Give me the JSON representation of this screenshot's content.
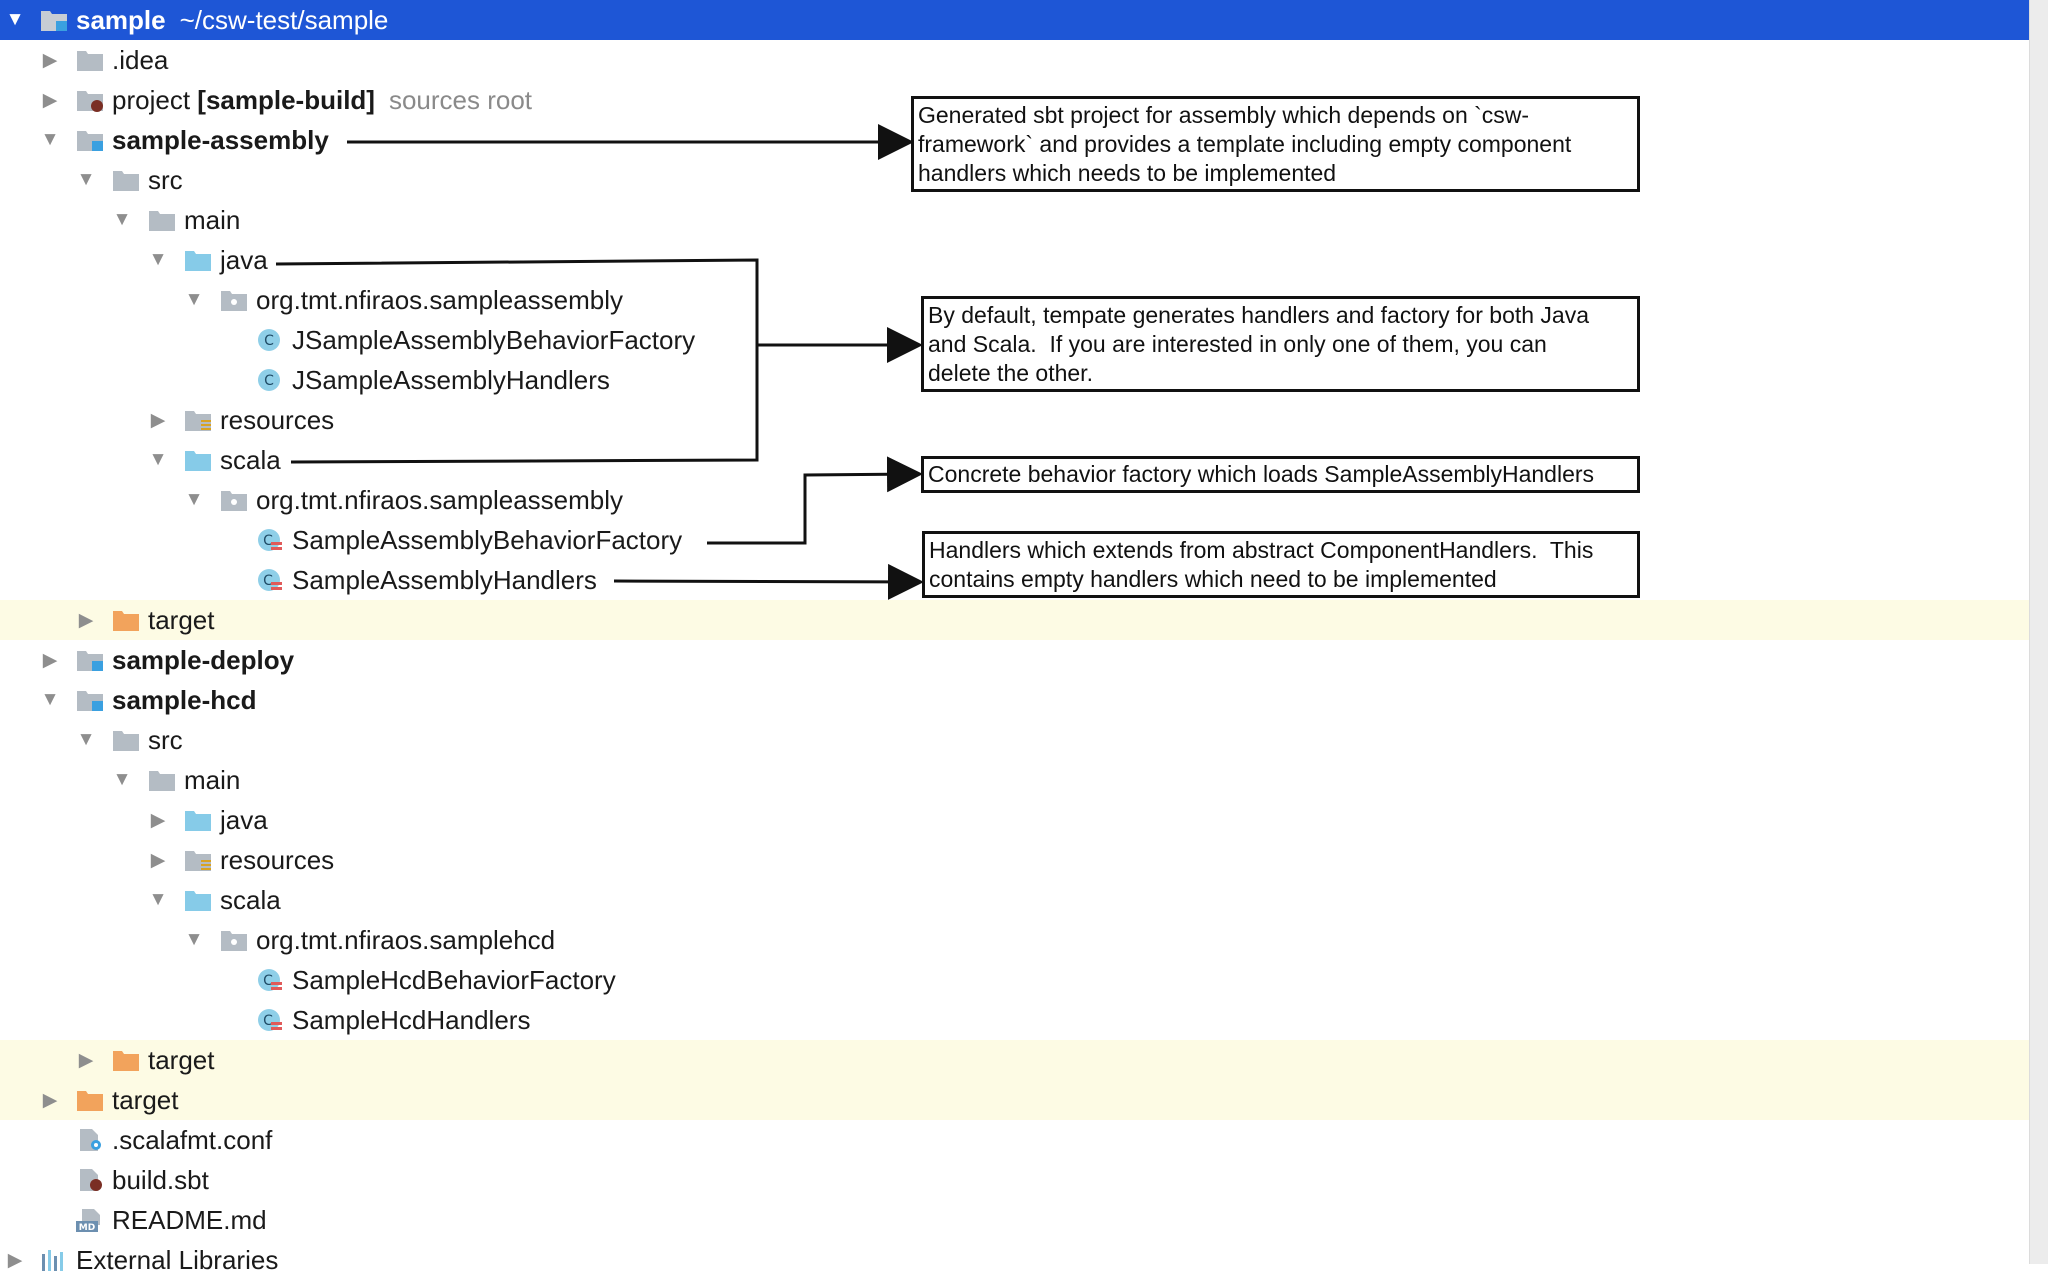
{
  "project_tree": {
    "root": {
      "name": "sample",
      "path": "~/csw-test/sample"
    },
    "items": [
      {
        "label": ".idea"
      },
      {
        "label": "project",
        "bold_suffix": "[sample-build]",
        "hint": "sources root"
      },
      {
        "label": "sample-assembly"
      },
      {
        "label": "src"
      },
      {
        "label": "main"
      },
      {
        "label": "java"
      },
      {
        "label": "org.tmt.nfiraos.sampleassembly"
      },
      {
        "label": "JSampleAssemblyBehaviorFactory"
      },
      {
        "label": "JSampleAssemblyHandlers"
      },
      {
        "label": "resources"
      },
      {
        "label": "scala"
      },
      {
        "label": "org.tmt.nfiraos.sampleassembly"
      },
      {
        "label": "SampleAssemblyBehaviorFactory"
      },
      {
        "label": "SampleAssemblyHandlers"
      },
      {
        "label": "target"
      },
      {
        "label": "sample-deploy"
      },
      {
        "label": "sample-hcd"
      },
      {
        "label": "src"
      },
      {
        "label": "main"
      },
      {
        "label": "java"
      },
      {
        "label": "resources"
      },
      {
        "label": "scala"
      },
      {
        "label": "org.tmt.nfiraos.samplehcd"
      },
      {
        "label": "SampleHcdBehaviorFactory"
      },
      {
        "label": "SampleHcdHandlers"
      },
      {
        "label": "target"
      },
      {
        "label": "target"
      },
      {
        "label": ".scalafmt.conf"
      },
      {
        "label": "build.sbt"
      },
      {
        "label": "README.md"
      },
      {
        "label": "External Libraries"
      }
    ],
    "class_badge_letter": "C",
    "md_badge": "MD"
  },
  "annotations": [
    {
      "text": "Generated sbt project for assembly which depends on `csw-\nframework` and provides a template including empty component\nhandlers which needs to be implemented"
    },
    {
      "text": "By default, tempate generates handlers and factory for both Java\nand Scala.  If you are interested in only one of them, you can\ndelete the other."
    },
    {
      "text": "Concrete behavior factory which loads SampleAssemblyHandlers"
    },
    {
      "text": "Handlers which extends from abstract ComponentHandlers.  This\ncontains empty handlers which need to be implemented"
    }
  ],
  "colors": {
    "selection": "#1e56d6",
    "excluded_row": "#fdfbe4",
    "folder_grey": "#b4bcc4",
    "source_folder": "#86cbe8",
    "excluded_folder": "#f2a35c",
    "module_badge": "#3aa0e0",
    "class_badge": "#8fcfe8",
    "scala_mark": "#e05a5a"
  }
}
